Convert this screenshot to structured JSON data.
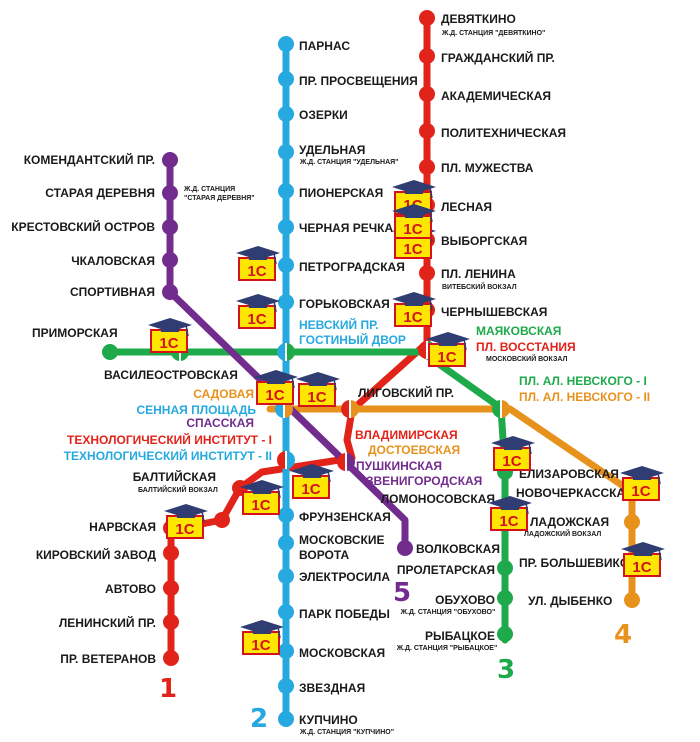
{
  "colors": {
    "line1": "#e2231a",
    "line2": "#26a9e0",
    "line3": "#1eaa4b",
    "line4": "#e8921e",
    "line5": "#722c8e",
    "badge_bg": "#ffe600",
    "badge_border": "#d4121a",
    "cap": "#2f3d73"
  },
  "lines": {
    "l1": {
      "number": "1"
    },
    "l2": {
      "number": "2"
    },
    "l3": {
      "number": "3"
    },
    "l4": {
      "number": "4"
    },
    "l5": {
      "number": "5"
    }
  },
  "line1_stations": [
    "ДЕВЯТКИНО",
    "ГРАЖДАНСКИЙ ПР.",
    "АКАДЕМИЧЕСКАЯ",
    "ПОЛИТЕХНИЧЕСКАЯ",
    "ПЛ. МУЖЕСТВА",
    "ЛЕСНАЯ",
    "ВЫБОРГСКАЯ",
    "ПЛ. ЛЕНИНА",
    "ЧЕРНЫШЕВСКАЯ",
    "ПЛ. ВОССТАНИЯ",
    "ВЛАДИМИРСКАЯ",
    "ТЕХНОЛОГИЧЕСКИЙ ИНСТИТУТ - I",
    "БАЛТИЙСКАЯ",
    "НАРВСКАЯ",
    "КИРОВСКИЙ ЗАВОД",
    "АВТОВО",
    "ЛЕНИНСКИЙ ПР.",
    "ПР. ВЕТЕРАНОВ"
  ],
  "line2_stations": [
    "ПАРНАС",
    "ПР. ПРОСВЕЩЕНИЯ",
    "ОЗЕРКИ",
    "УДЕЛЬНАЯ",
    "ПИОНЕРСКАЯ",
    "ЧЕРНАЯ РЕЧКА",
    "ПЕТРОГРАДСКАЯ",
    "ГОРЬКОВСКАЯ",
    "НЕВСКИЙ ПР.",
    "СЕННАЯ ПЛОЩАДЬ",
    "ТЕХНОЛОГИЧЕСКИЙ ИНСТИТУТ - II",
    "ФРУНЗЕНСКАЯ",
    "МОСКОВСКИЕ",
    "ВОРОТА",
    "ЭЛЕКТРОСИЛА",
    "ПАРК ПОБЕДЫ",
    "МОСКОВСКАЯ",
    "ЗВЕЗДНАЯ",
    "КУПЧИНО"
  ],
  "line3_stations": [
    "ПРИМОРСКАЯ",
    "ВАСИЛЕОСТРОВСКАЯ",
    "ГОСТИНЫЙ ДВОР",
    "МАЯКОВСКАЯ",
    "ПЛ. АЛ. НЕВСКОГО - I",
    "ЕЛИЗАРОВСКАЯ",
    "ЛОМОНОСОВСКАЯ",
    "ПРОЛЕТАРСКАЯ",
    "ОБУХОВО",
    "РЫБАЦКОЕ"
  ],
  "line4_stations": [
    "САДОВАЯ",
    "ЛИГОВСКИЙ ПР.",
    "ДОСТОЕВСКАЯ",
    "ПЛ. АЛ. НЕВСКОГО - II",
    "НОВОЧЕРКАССКАЯ",
    "ЛАДОЖСКАЯ",
    "ПР. БОЛЬШЕВИКОВ",
    "УЛ. ДЫБЕНКО"
  ],
  "line5_stations": [
    "КОМЕНДАНТСКИЙ ПР.",
    "СТАРАЯ ДЕРЕВНЯ",
    "КРЕСТОВСКИЙ ОСТРОВ",
    "ЧКАЛОВСКАЯ",
    "СПОРТИВНАЯ",
    "СПАССКАЯ",
    "ПУШКИНСКАЯ",
    "ЗВЕНИГОРОДСКАЯ",
    "ВОЛКОВСКАЯ"
  ],
  "notes": {
    "devyatkino": "Ж.Д. СТАНЦИЯ \"ДЕВЯТКИНО\"",
    "udelnaya": "Ж.Д. СТАНЦИЯ \"УДЕЛЬНАЯ\"",
    "staraya_1": "Ж.Д. СТАНЦИЯ",
    "staraya_2": "\"СТАРАЯ ДЕРЕВНЯ\"",
    "finlyandsky": "ВИТЕБСКИЙ ВОКЗАЛ",
    "moskovsky": "МОСКОВСКИЙ ВОКЗАЛ",
    "baltiysky": "БАЛТИЙСКИЙ ВОКЗАЛ",
    "ladozhsky": "ЛАДОЖСКИЙ ВОКЗАЛ",
    "obukhovo": "Ж.Д. СТАНЦИЯ \"ОБУХОВО\"",
    "rybatskoe": "Ж.Д. СТАНЦИЯ \"РЫБАЦКОЕ\"",
    "kupchino": "Ж.Д. СТАНЦИЯ \"КУПЧИНО\""
  },
  "badges": [
    {
      "logo": "1С",
      "icon": "graduation-cap-icon"
    },
    {
      "logo": "1С",
      "icon": "graduation-cap-icon"
    },
    {
      "logo": "1С",
      "icon": "graduation-cap-icon"
    },
    {
      "logo": "1С",
      "icon": "graduation-cap-icon"
    },
    {
      "logo": "1С",
      "icon": "graduation-cap-icon"
    },
    {
      "logo": "1С",
      "icon": "graduation-cap-icon"
    },
    {
      "logo": "1С",
      "icon": "graduation-cap-icon"
    },
    {
      "logo": "1С",
      "icon": "graduation-cap-icon"
    },
    {
      "logo": "1С",
      "icon": "graduation-cap-icon"
    },
    {
      "logo": "1С",
      "icon": "graduation-cap-icon"
    },
    {
      "logo": "1С",
      "icon": "graduation-cap-icon"
    },
    {
      "logo": "1С",
      "icon": "graduation-cap-icon"
    },
    {
      "logo": "1С",
      "icon": "graduation-cap-icon"
    },
    {
      "logo": "1С",
      "icon": "graduation-cap-icon"
    },
    {
      "logo": "1С",
      "icon": "graduation-cap-icon"
    },
    {
      "logo": "1С",
      "icon": "graduation-cap-icon"
    },
    {
      "logo": "1С",
      "icon": "graduation-cap-icon"
    },
    {
      "logo": "1С",
      "icon": "graduation-cap-icon"
    }
  ]
}
